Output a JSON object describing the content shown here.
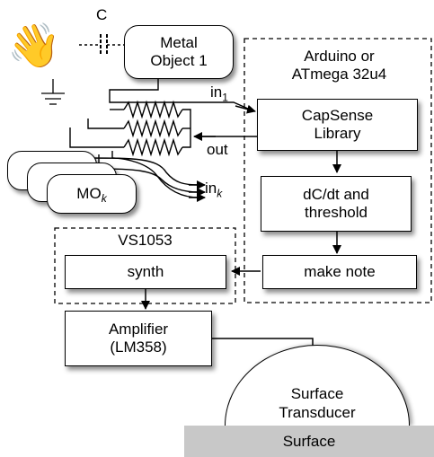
{
  "capacitor_label": "C",
  "metal_object_1": [
    "Metal",
    "Object 1"
  ],
  "mo_k": {
    "main": "MO",
    "sub": "k"
  },
  "arduino_group": [
    "Arduino or",
    "ATmega 32u4"
  ],
  "capsense": [
    "CapSense",
    "Library"
  ],
  "dcdt": [
    "dC/dt and",
    "threshold"
  ],
  "make_note": "make note",
  "vs1053_group": "VS1053",
  "synth": "synth",
  "amplifier": [
    "Amplifier",
    "(LM358)"
  ],
  "transducer": [
    "Surface",
    "Transducer"
  ],
  "surface": "Surface",
  "in1": {
    "main": "in",
    "sub": "1"
  },
  "out": "out",
  "ink": {
    "main": "in",
    "sub": "k"
  },
  "hand_icon": "waving-hand-icon",
  "ground_icon": "ground-icon",
  "colors": {
    "line": "#000000",
    "surface": "#c8c8c8",
    "shadow": "rgba(0,0,0,0.45)"
  }
}
